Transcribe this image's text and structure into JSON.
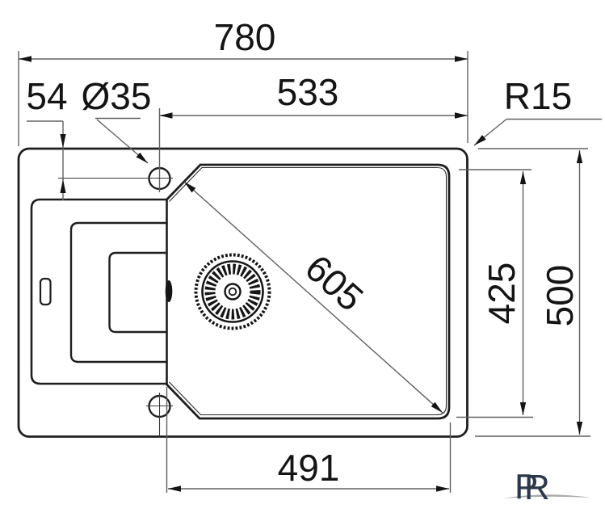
{
  "drawing": {
    "type": "sink-installation-technical-drawing",
    "view": "top",
    "dimensions": {
      "overall_width": {
        "label": "780"
      },
      "bowl_top_width": {
        "label": "533"
      },
      "tap_hole_offset": {
        "label": "54"
      },
      "tap_hole_diameter": {
        "label": "Ø35"
      },
      "corner_radius": {
        "label": "R15"
      },
      "bowl_diagonal": {
        "label": "605"
      },
      "bowl_depth": {
        "label": "425"
      },
      "overall_depth": {
        "label": "500"
      },
      "bowl_bottom_width": {
        "label": "491"
      }
    },
    "watermark": {
      "letter_p": "P",
      "letter_r": "R"
    },
    "colors": {
      "background": "#ffffff",
      "outline": "#1e1e1e",
      "dimension_lines": "#606060",
      "label_text": "#141414",
      "watermark": "#2c3749"
    }
  }
}
